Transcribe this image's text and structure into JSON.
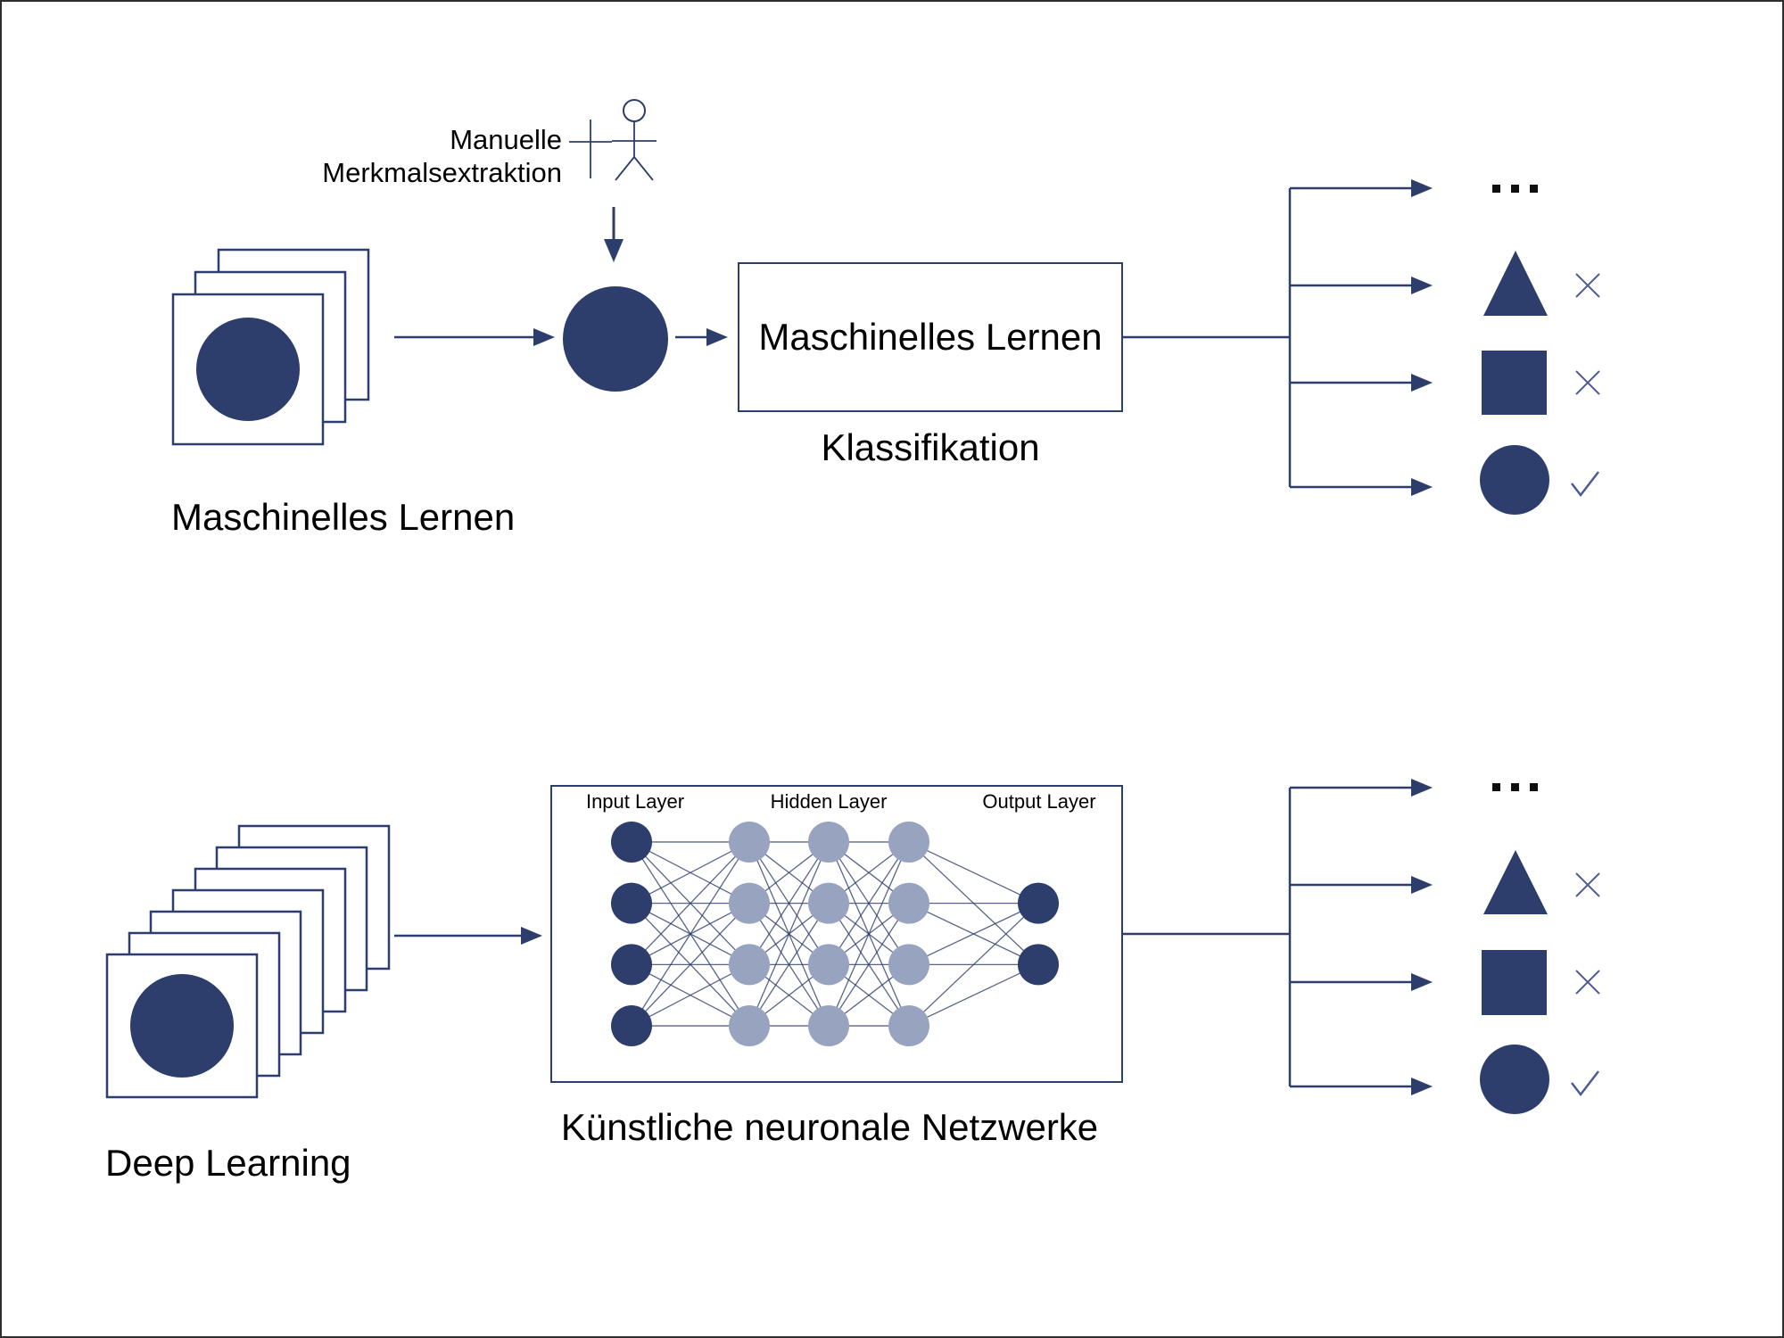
{
  "colors": {
    "navy": "#2e3e6c",
    "light_node": "#98a3c0",
    "mark": "#4d5c92",
    "dots": "#0f0f0f",
    "text": "#000000"
  },
  "top": {
    "manual_extraction": {
      "line1": "Manuelle",
      "line2": "Merkmalsextraktion"
    },
    "stack_label": "Maschinelles Lernen",
    "box_label": "Maschinelles Lernen",
    "box_caption": "Klassifikation"
  },
  "bottom": {
    "stack_label": "Deep Learning",
    "caption": "Künstliche neuronale Netzwerke",
    "nn": {
      "layer_labels": [
        "Input Layer",
        "Hidden Layer",
        "Output Layer"
      ],
      "layers": [
        4,
        4,
        4,
        4,
        2
      ]
    }
  },
  "outputs": {
    "rows": [
      {
        "shape": "ellipsis",
        "mark": ""
      },
      {
        "shape": "triangle",
        "mark": "cross"
      },
      {
        "shape": "square",
        "mark": "cross"
      },
      {
        "shape": "circle",
        "mark": "check"
      }
    ]
  }
}
